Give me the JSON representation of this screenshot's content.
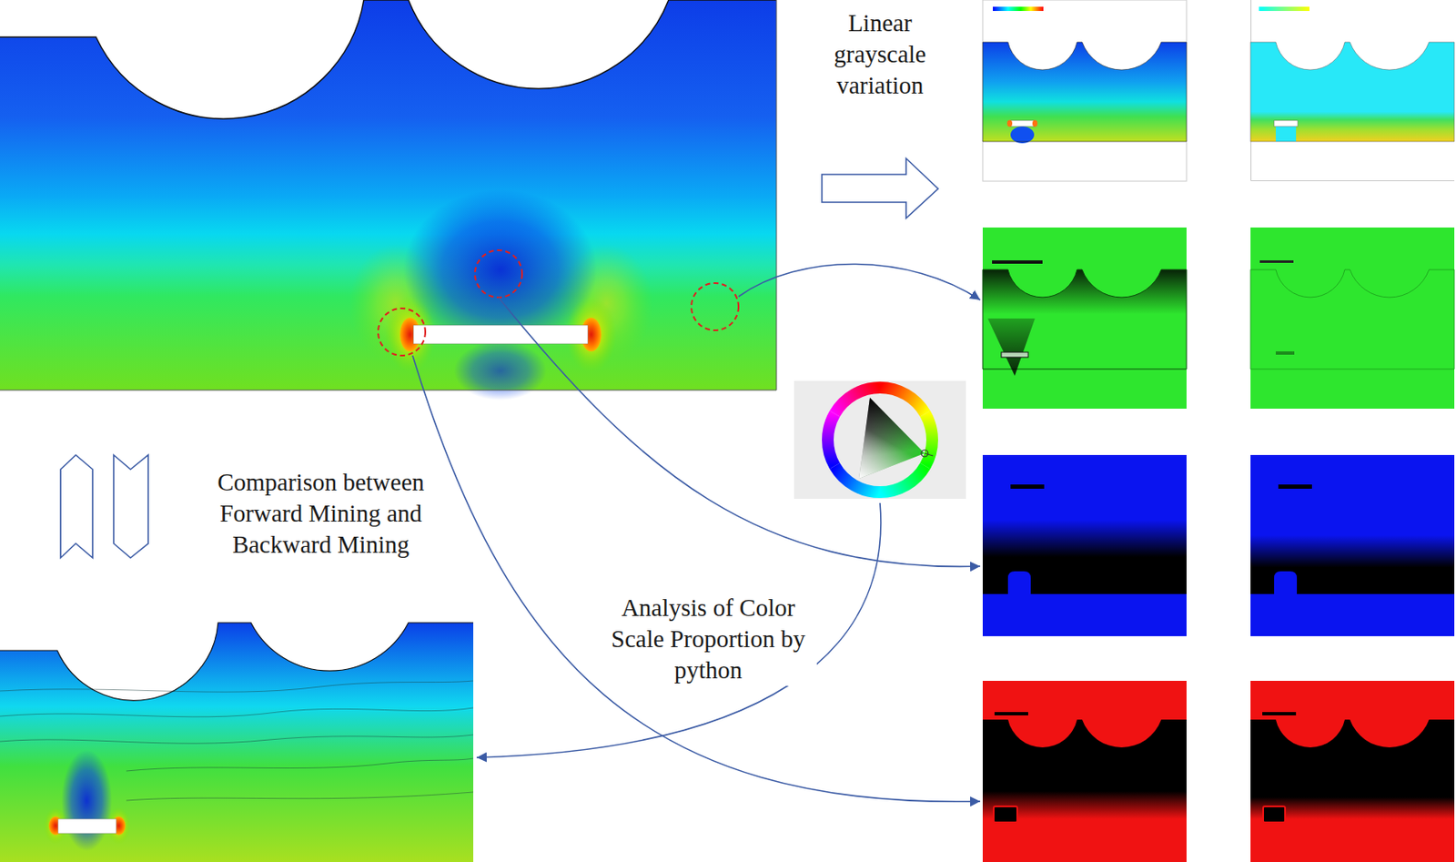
{
  "diagram": {
    "labels": [
      "Linear grayscale variation",
      "Comparison between Forward Mining and Backward Mining",
      "Analysis of Color Scale Proportion by python"
    ]
  }
}
